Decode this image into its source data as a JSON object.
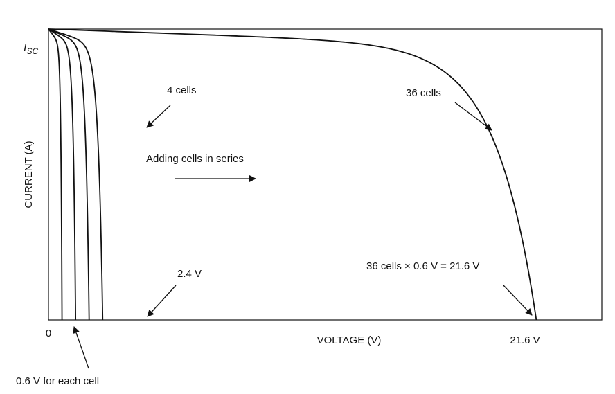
{
  "chart_data": {
    "type": "line",
    "title": "",
    "xlabel": "VOLTAGE (V)",
    "ylabel": "CURRENT (A)",
    "xlim": [
      0,
      24.5
    ],
    "ylim": [
      0,
      1
    ],
    "grid": false,
    "y_tick_label": {
      "main": "I",
      "sub": "SC"
    },
    "x_tick_labels": [
      {
        "value": 0,
        "label": "0"
      },
      {
        "value": 21.6,
        "label": "21.6 V"
      }
    ],
    "series": [
      {
        "cells": 1,
        "voc": 0.6
      },
      {
        "cells": 2,
        "voc": 1.2
      },
      {
        "cells": 3,
        "voc": 1.8
      },
      {
        "cells": 4,
        "voc": 2.4
      },
      {
        "cells": 36,
        "voc": 21.6
      }
    ],
    "annotations": {
      "four_cells": "4 cells",
      "thirty_six_cells": "36 cells",
      "adding_cells": "Adding cells in series",
      "v_2_4": "2.4 V",
      "formula": "36 cells × 0.6 V = 21.6 V",
      "per_cell": "0.6 V for each cell"
    }
  }
}
